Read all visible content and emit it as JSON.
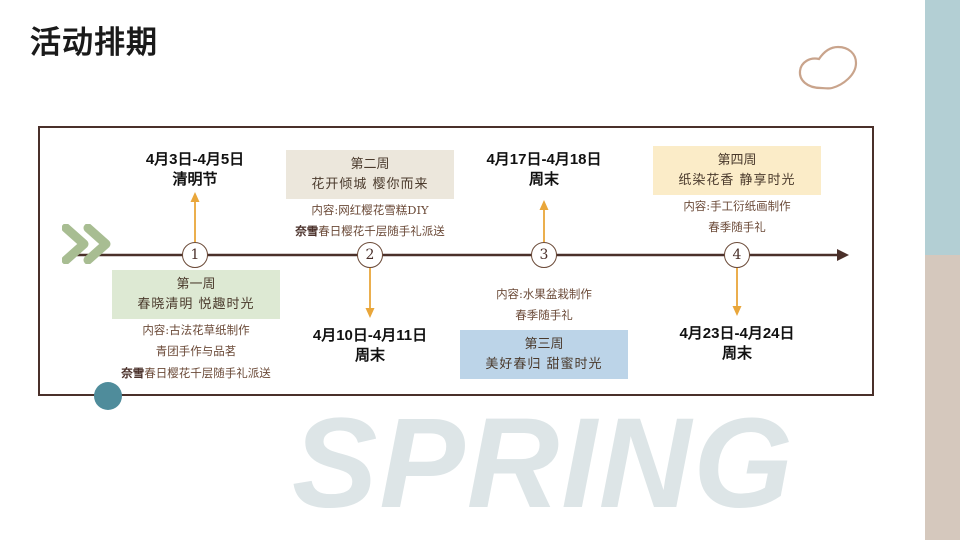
{
  "slide": {
    "title": "活动排期",
    "watermark": "SPRING",
    "colors": {
      "frame_border": "#4a302a",
      "axis": "#4a302a",
      "connector": "#e9a63a",
      "chevron_green": "#a8bd92",
      "teal_dot": "#4f8c9b",
      "blob_outline": "#c9a48c",
      "panel_top": "#b3cfd4",
      "panel_bottom": "#d5c8bd",
      "watermark": "#dde5e7"
    }
  },
  "timeline": {
    "nodes": [
      {
        "number": "1"
      },
      {
        "number": "2"
      },
      {
        "number": "3"
      },
      {
        "number": "4"
      }
    ],
    "weeks": [
      {
        "node": "1",
        "position": "below",
        "date_line1": "4月3日-4月5日",
        "date_line2": "清明节",
        "banner_line1": "第一周",
        "banner_line2": "春晓清明 悦趣时光",
        "banner_color": "#dde9d3",
        "content_lines": [
          "内容:古法花草纸制作",
          "青团手作与品茗"
        ],
        "gift_brand": "奈雪",
        "gift_text": "春日樱花千层随手礼派送"
      },
      {
        "node": "2",
        "position": "above",
        "date_line1": "4月10日-4月11日",
        "date_line2": "周末",
        "banner_line1": "第二周",
        "banner_line2": "花开倾城 樱你而来",
        "banner_color": "#ece7dc",
        "content_lines": [
          "内容:网红樱花雪糕DIY"
        ],
        "gift_brand": "奈雪",
        "gift_text": "春日樱花千层随手礼派送"
      },
      {
        "node": "3",
        "position": "below",
        "date_line1": "4月17日-4月18日",
        "date_line2": "周末",
        "banner_line1": "第三周",
        "banner_line2": "美好春归 甜蜜时光",
        "banner_color": "#bcd4e8",
        "content_lines": [
          "内容:水果盆栽制作",
          "春季随手礼"
        ],
        "gift_brand": "",
        "gift_text": ""
      },
      {
        "node": "4",
        "position": "above",
        "date_line1": "4月23日-4月24日",
        "date_line2": "周末",
        "banner_line1": "第四周",
        "banner_line2": "纸染花香 静享时光",
        "banner_color": "#fbecc8",
        "content_lines": [
          "内容:手工衍纸画制作",
          "春季随手礼"
        ],
        "gift_brand": "",
        "gift_text": ""
      }
    ]
  }
}
